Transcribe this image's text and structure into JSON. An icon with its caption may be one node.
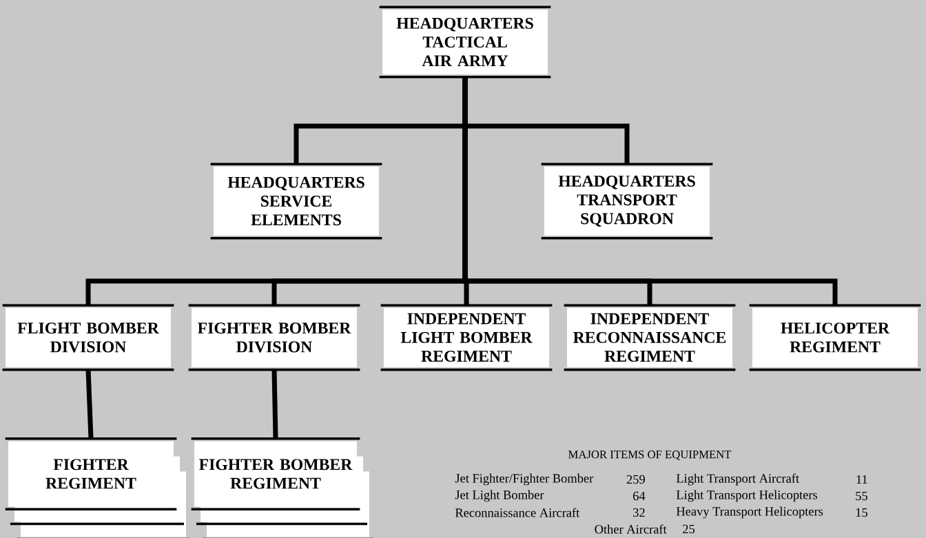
{
  "diagram": {
    "nodes": [
      {
        "text": [
          "HEADQUARTERS TACTICAL AIR ARMY"
        ]
      },
      {
        "text": [
          "HEADQUARTERS SERVICE ELEMENTS"
        ]
      },
      {
        "text": [
          "HEADQUARTERS TRANSPORT SQUADRON"
        ]
      },
      {
        "text": [
          "FLIGHT BOMBER DIVISION"
        ]
      },
      {
        "text": [
          "FIGHTER BOMBER DIVISION"
        ]
      },
      {
        "text": [
          "INDEPENDENT LIGHT BOMBER REGIMENT"
        ]
      },
      {
        "text": [
          "INDEPENDENT RECONNAISSANCE REGIMENT"
        ]
      },
      {
        "text": [
          "HELICOPTER REGIMENT"
        ]
      },
      {
        "text": [
          "FIGHTER REGIMENT"
        ]
      },
      {
        "text": [
          "FIGHTER BOMBER REGIMENT"
        ]
      }
    ],
    "edges": [
      {
        "from": 0,
        "to": 1,
        "arrow": "none"
      },
      {
        "from": 0,
        "to": 2,
        "arrow": "none"
      },
      {
        "from": 0,
        "to": 3,
        "arrow": "none"
      },
      {
        "from": 0,
        "to": 4,
        "arrow": "none"
      },
      {
        "from": 0,
        "to": 5,
        "arrow": "none"
      },
      {
        "from": 0,
        "to": 6,
        "arrow": "none"
      },
      {
        "from": 0,
        "to": 7,
        "arrow": "none"
      },
      {
        "from": 3,
        "to": 8,
        "arrow": "none"
      },
      {
        "from": 4,
        "to": 9,
        "arrow": "none"
      }
    ],
    "labels": [
      "MAJOR ITEMS OF EQUIPMENT",
      "Jet Fighter/Fighter Bomber",
      "259",
      "Light Transport Aircraft",
      "11",
      "Jet Light Bomber",
      "64",
      "Light Transport Helicopters",
      "55",
      "Reconnaissance Aircraft",
      "32",
      "Heavy Transport Helicopters",
      "15",
      "Other Aircraft",
      "25"
    ]
  }
}
